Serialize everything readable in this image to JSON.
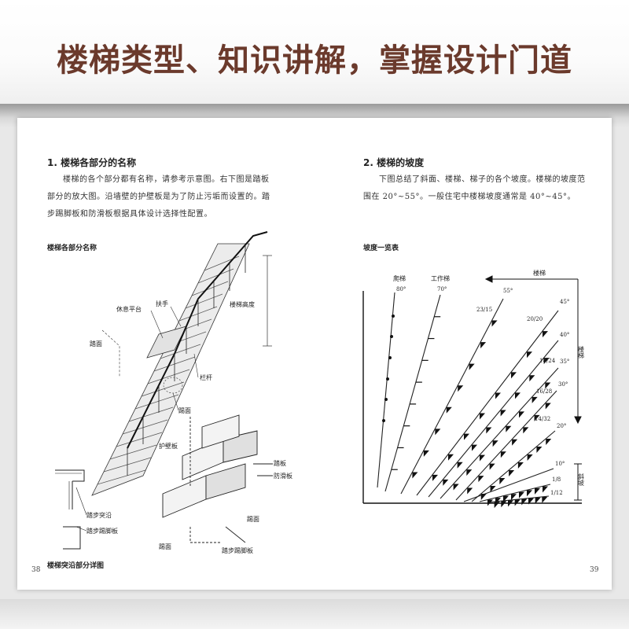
{
  "banner": {
    "title": "楼梯类型、知识讲解，掌握设计门道"
  },
  "left_page": {
    "section_title": "1. 楼梯各部分的名称",
    "paragraph_lines": [
      "楼梯的各个部分都有名称，请参考示意图。右下图是踏板",
      "部分的放大图。沿墙壁的护壁板是为了防止污垢而设置的。踏",
      "步踢脚板和防滑板根据具体设计选择性配置。"
    ],
    "figure1_caption": "楼梯各部分名称",
    "figure1_labels": {
      "handrail": "扶手",
      "landing": "休息平台",
      "stair_height": "楼梯高度",
      "tread_top": "踏面",
      "baluster": "栏杆",
      "riser": "踢面"
    },
    "figure2_labels": {
      "wainscot": "护壁板",
      "tread_board": "踏板",
      "nonslip": "防滑板",
      "riser_bottom": "踢面",
      "kickboard": "踏步踢脚板"
    },
    "figure3_labels": {
      "nosing": "踏步突沿",
      "kickboard": "踏步踢脚板"
    },
    "figure3_caption": "楼梯突沿部分详图",
    "page_number": "38"
  },
  "right_page": {
    "section_title": "2. 楼梯的坡度",
    "paragraph_lines": [
      "下图总结了斜面、楼梯、梯子的各个坡度。楼梯的坡度范",
      "围在 20°~55°。一般住宅中楼梯坡度通常是 40°~45°。"
    ],
    "figure_caption": "坡度一览表",
    "chart_labels": {
      "ladder": "爬梯",
      "ladder_angle": "80°",
      "work_ladder": "工作梯",
      "work_ladder_angle": "70°",
      "stairs_top": "楼梯",
      "stairs_side": "楼梯",
      "slope_side": "斜坡"
    },
    "angle_labels": [
      "55°",
      "45°",
      "40°",
      "35°",
      "30°",
      "20°",
      "10°"
    ],
    "ratio_labels": [
      "23/15",
      "20/20",
      "18/24",
      "16/28",
      "14/32",
      "1/8",
      "1/12"
    ],
    "page_number": "39"
  },
  "colors": {
    "banner_title": "#6b3a2c",
    "ink": "#222222",
    "paper": "#ffffff"
  }
}
